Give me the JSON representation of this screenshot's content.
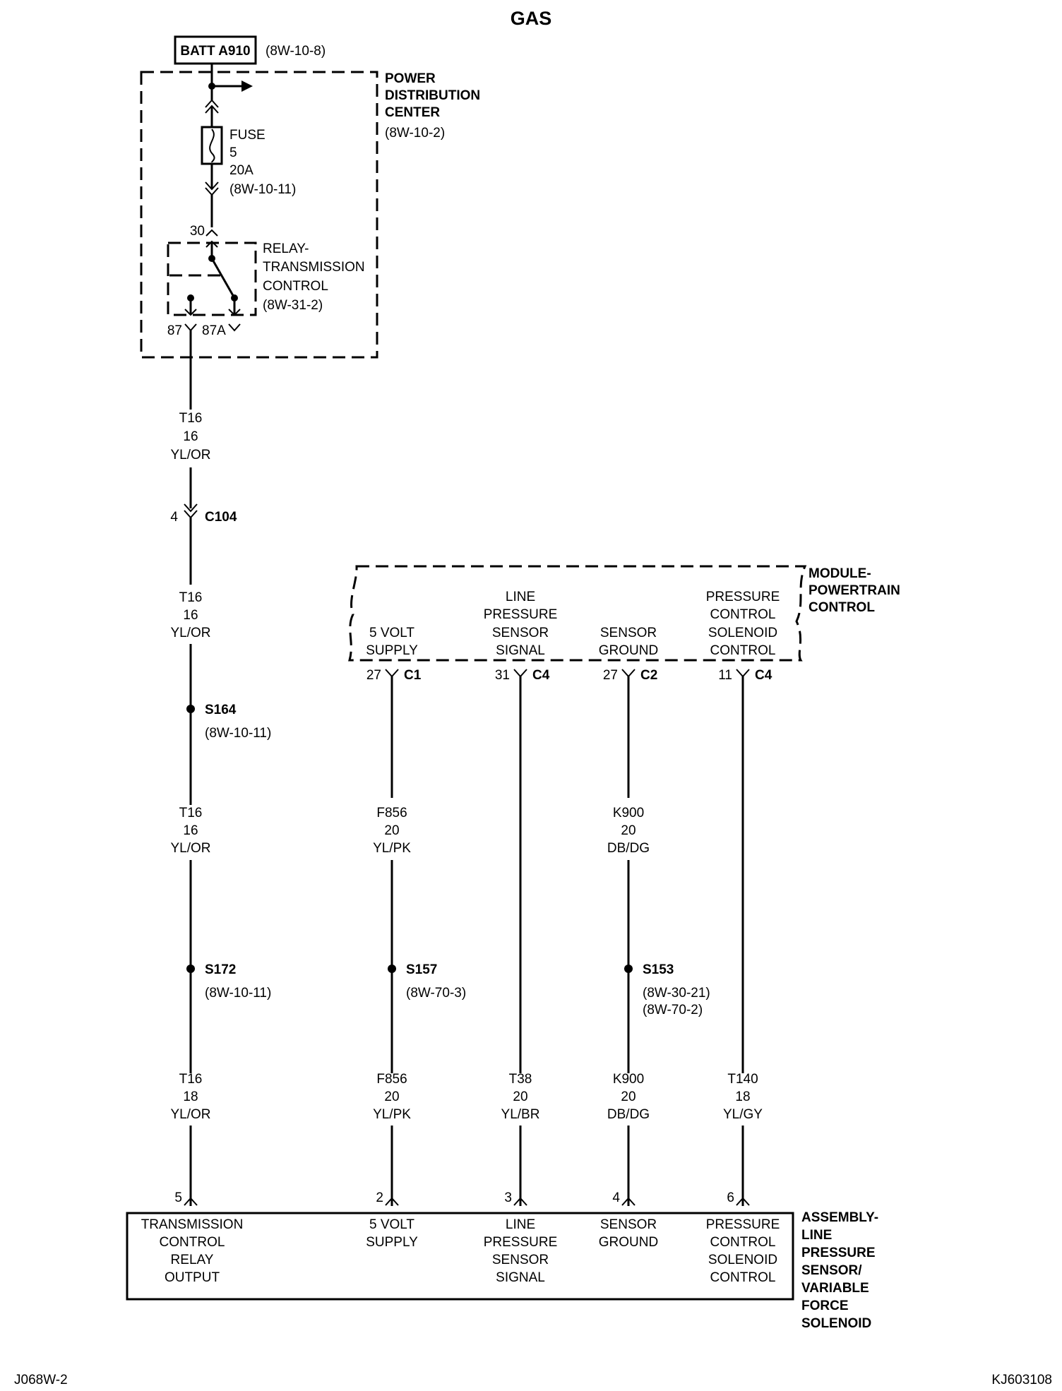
{
  "title": "GAS",
  "batt": {
    "label": "BATT A910",
    "ref": "(8W-10-8)"
  },
  "pdc": {
    "lines": [
      "POWER",
      "DISTRIBUTION",
      "CENTER"
    ],
    "ref": "(8W-10-2)"
  },
  "fuse": {
    "lines": [
      "FUSE",
      "5",
      "20A",
      "(8W-10-11)"
    ]
  },
  "relay": {
    "lines": [
      "RELAY-",
      "TRANSMISSION",
      "CONTROL",
      "(8W-31-2)"
    ],
    "pin_30": "30",
    "pin_87": "87",
    "pin_87a": "87A"
  },
  "wire_left": {
    "seg1": [
      "T16",
      "16",
      "YL/OR"
    ],
    "c104": {
      "pin": "4",
      "name": "C104"
    },
    "seg2": [
      "T16",
      "16",
      "YL/OR"
    ],
    "s164": {
      "name": "S164",
      "ref": "(8W-10-11)"
    },
    "seg3": [
      "T16",
      "16",
      "YL/OR"
    ],
    "s172": {
      "name": "S172",
      "ref": "(8W-10-11)"
    },
    "seg4": [
      "T16",
      "18",
      "YL/OR"
    ]
  },
  "pcm": {
    "title": [
      "MODULE-",
      "POWERTRAIN",
      "CONTROL"
    ],
    "pins": [
      {
        "label": [
          "5 VOLT",
          "SUPPLY"
        ],
        "pin": "27",
        "conn": "C1"
      },
      {
        "label": [
          "LINE",
          "PRESSURE",
          "SENSOR",
          "SIGNAL"
        ],
        "pin": "31",
        "conn": "C4"
      },
      {
        "label": [
          "SENSOR",
          "GROUND"
        ],
        "pin": "27",
        "conn": "C2"
      },
      {
        "label": [
          "PRESSURE",
          "CONTROL",
          "SOLENOID",
          "CONTROL"
        ],
        "pin": "11",
        "conn": "C4"
      }
    ]
  },
  "wires": {
    "f856_top": [
      "F856",
      "20",
      "YL/PK"
    ],
    "s157": {
      "name": "S157",
      "ref": "(8W-70-3)"
    },
    "f856_bot": [
      "F856",
      "20",
      "YL/PK"
    ],
    "t38": [
      "T38",
      "20",
      "YL/BR"
    ],
    "k900_top": [
      "K900",
      "20",
      "DB/DG"
    ],
    "s153": {
      "name": "S153",
      "ref1": "(8W-30-21)",
      "ref2": "(8W-70-2)"
    },
    "k900_bot": [
      "K900",
      "20",
      "DB/DG"
    ],
    "t140": [
      "T140",
      "18",
      "YL/GY"
    ]
  },
  "assembly": {
    "title": [
      "ASSEMBLY-",
      "LINE",
      "PRESSURE",
      "SENSOR/",
      "VARIABLE",
      "FORCE",
      "SOLENOID"
    ],
    "pins": [
      {
        "pin": "5",
        "label": [
          "TRANSMISSION",
          "CONTROL",
          "RELAY",
          "OUTPUT"
        ]
      },
      {
        "pin": "2",
        "label": [
          "5 VOLT",
          "SUPPLY"
        ]
      },
      {
        "pin": "3",
        "label": [
          "LINE",
          "PRESSURE",
          "SENSOR",
          "SIGNAL"
        ]
      },
      {
        "pin": "4",
        "label": [
          "SENSOR",
          "GROUND"
        ]
      },
      {
        "pin": "6",
        "label": [
          "PRESSURE",
          "CONTROL",
          "SOLENOID",
          "CONTROL"
        ]
      }
    ]
  },
  "footer": {
    "left": "J068W-2",
    "right": "KJ603108"
  }
}
